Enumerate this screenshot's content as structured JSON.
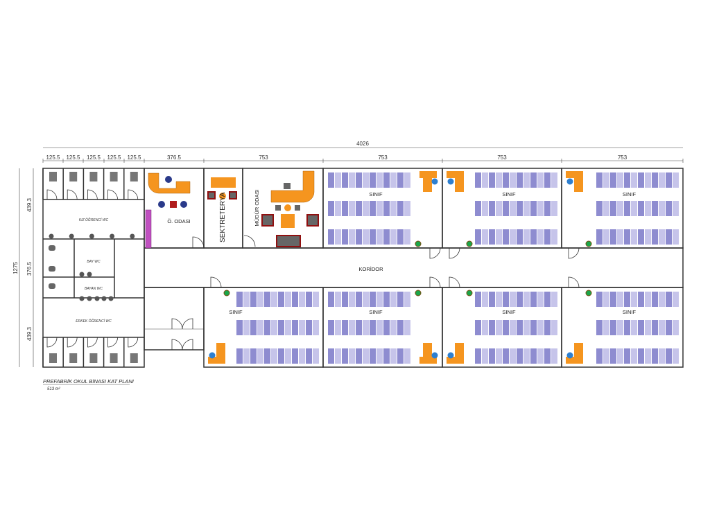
{
  "plan": {
    "title": "PREFABRİK OKUL BİNASI KAT PLANI",
    "area": "513 m²",
    "total_width": "4026",
    "total_height": "1275",
    "top_dims": [
      "125.5",
      "125.5",
      "125.5",
      "125.5",
      "125.5",
      "376.5",
      "753",
      "753",
      "753",
      "753"
    ],
    "left_dims": [
      "439.3",
      "376.5",
      "439.3"
    ]
  },
  "rooms": {
    "ogretmen": "Ö. ODASI",
    "sekreterya": "SEKTRETERYA",
    "mudur": "MÜDÜR ODASI",
    "koridor": "KORİDOR",
    "classroom": "SINIF",
    "kiz_wc": "KIZ ÖĞRENCİ WC",
    "bay_wc": "BAY WC",
    "bayan_wc": "BAYAN WC",
    "erkek_wc": "ERKEK ÖĞRENCİ WC"
  },
  "colors": {
    "classroom": "#f0ee9c",
    "office_green": "#a8dca0",
    "office_purple": "#9c9ad6",
    "corridor": "#c8c8c8",
    "desk_dark": "#8e8cd0",
    "desk_light": "#c6c4ea",
    "furniture": "#f5951f"
  }
}
